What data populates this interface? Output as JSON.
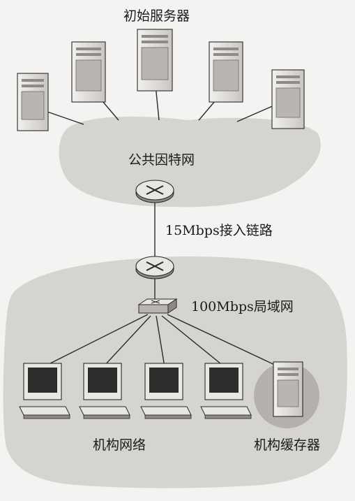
{
  "labels": {
    "origin_servers": "初始服务器",
    "public_internet": "公共因特网",
    "access_link": "15Mbps接入链路",
    "lan": "100Mbps局域网",
    "institutional_network": "机构网络",
    "institutional_cache": "机构缓存器"
  },
  "icons": {
    "server": "server-icon",
    "router": "router-icon",
    "switch": "switch-icon",
    "workstation": "workstation-icon",
    "cache": "cache-server-icon"
  },
  "counts": {
    "origin_servers": 5,
    "workstations": 4
  },
  "colors": {
    "background": "#f4f3f1",
    "cloud": "#d6d4d1",
    "line": "#2a2a2a",
    "device_light": "#e9e7e4",
    "device_dark": "#8e8b87",
    "cache_halo": "#b4b1ad"
  }
}
